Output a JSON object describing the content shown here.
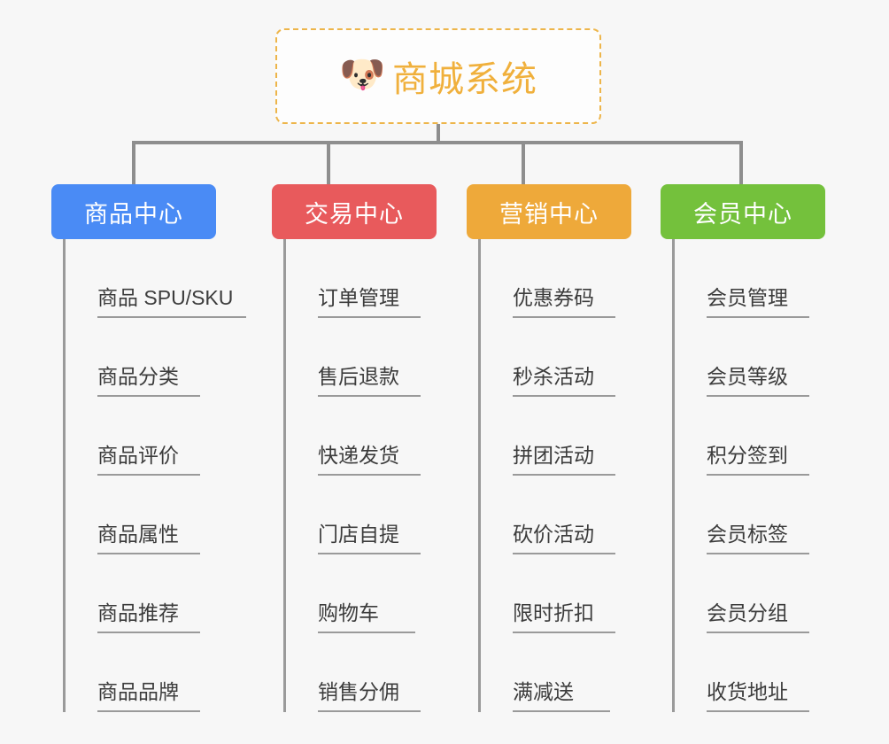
{
  "root": {
    "icon": "shiba-dog-face-icon",
    "emoji": "🐶",
    "title": "商城系统",
    "border_color": "#edb54a",
    "text_color": "#f0b03c"
  },
  "canvas": {
    "background": "#f7f7f7",
    "connector_color": "#8e8e8e",
    "leaf_line_color": "#9a9a9a",
    "leaf_text_color": "#3c3c3c"
  },
  "columns": [
    {
      "title": "商品中心",
      "color": "#4a8bf5",
      "leaves": [
        "商品 SPU/SKU",
        "商品分类",
        "商品评价",
        "商品属性",
        "商品推荐",
        "商品品牌"
      ]
    },
    {
      "title": "交易中心",
      "color": "#e85a5c",
      "leaves": [
        "订单管理",
        "售后退款",
        "快递发货",
        "门店自提",
        "购物车",
        "销售分佣"
      ]
    },
    {
      "title": "营销中心",
      "color": "#eea93a",
      "leaves": [
        "优惠券码",
        "秒杀活动",
        "拼团活动",
        "砍价活动",
        "限时折扣",
        "满减送"
      ]
    },
    {
      "title": "会员中心",
      "color": "#74c13c",
      "leaves": [
        "会员管理",
        "会员等级",
        "积分签到",
        "会员标签",
        "会员分组",
        "收货地址"
      ]
    }
  ],
  "chart_data": {
    "type": "diagram",
    "subtype": "org-chart",
    "title": "商城系统",
    "levels": 2,
    "branch_count": 4,
    "leaves_per_branch": 6
  }
}
